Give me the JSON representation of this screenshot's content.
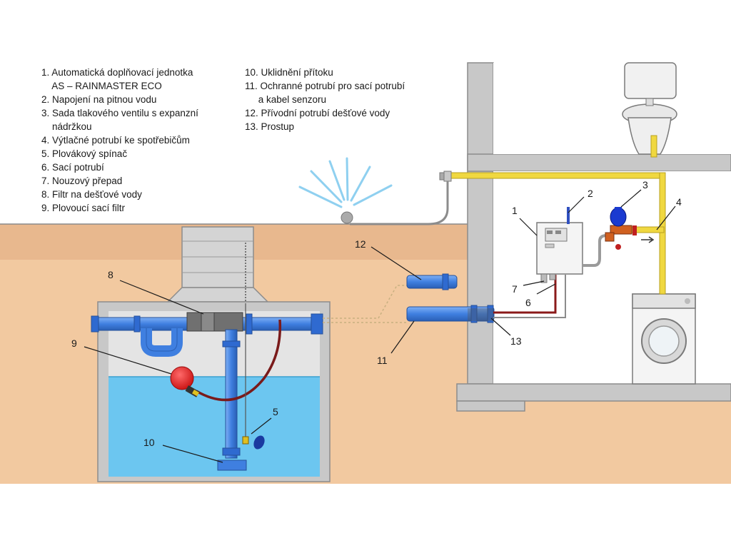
{
  "legend": {
    "left": [
      {
        "text": "1. Automatická doplňovací jednotka"
      },
      {
        "text": "    AS – RAINMASTER ECO"
      },
      {
        "text": "2. Napojení na pitnou vodu"
      },
      {
        "text": "3. Sada tlakového ventilu s expanzní"
      },
      {
        "text": "    nádržkou"
      },
      {
        "text": "4. Výtlačné potrubí ke spotřebičům"
      },
      {
        "text": "5. Plovákový spínač"
      },
      {
        "text": "6. Sací potrubí"
      },
      {
        "text": "7. Nouzový přepad"
      },
      {
        "text": "8. Filtr na dešťové vody"
      },
      {
        "text": "9. Plovoucí sací filtr"
      }
    ],
    "right": [
      {
        "text": "10. Uklidnění přítoku"
      },
      {
        "text": "11. Ochranné potrubí pro sací potrubí"
      },
      {
        "text": "     a kabel senzoru"
      },
      {
        "text": "12. Přívodní potrubí dešťové vody"
      },
      {
        "text": "13. Prostup"
      }
    ]
  },
  "callouts": [
    "1",
    "2",
    "3",
    "4",
    "5",
    "6",
    "7",
    "8",
    "9",
    "10",
    "11",
    "12",
    "13"
  ],
  "colors": {
    "soil": "#f2c9a0",
    "soil_dark": "#e0b088",
    "concrete": "#c9c9c9",
    "concrete_dark": "#9a9a9a",
    "water": "#6cc6f0",
    "pipe_blue": "#3f7fe0",
    "pipe_yellow": "#f0d840",
    "hose_red": "#8b1a1a",
    "spray": "#8fd0f0"
  }
}
